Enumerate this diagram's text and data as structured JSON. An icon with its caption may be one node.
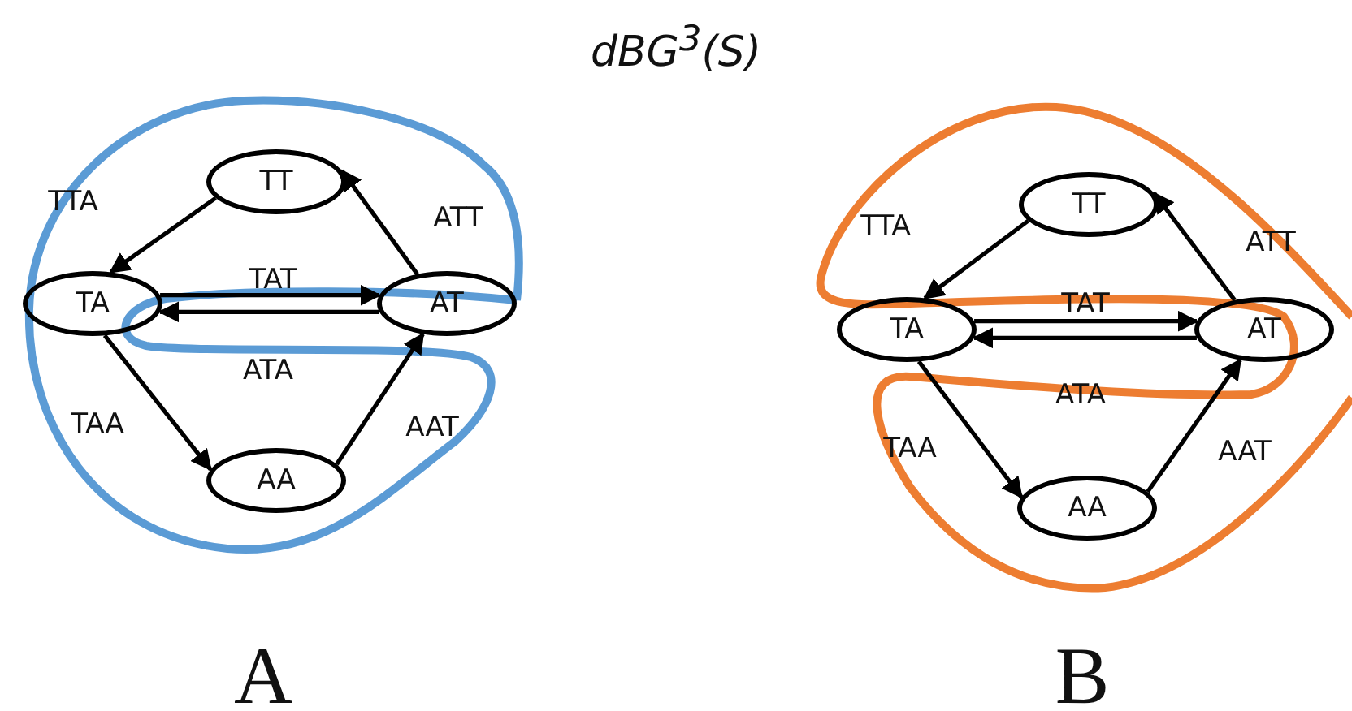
{
  "diagram": {
    "title": "dBG$^{3}$(S)",
    "nodes": [
      {
        "text": [
          "TT"
        ]
      },
      {
        "text": [
          "TA"
        ]
      },
      {
        "text": [
          "AT"
        ]
      },
      {
        "text": [
          "AA"
        ]
      },
      {
        "text": [
          "TT"
        ]
      },
      {
        "text": [
          "TA"
        ]
      },
      {
        "text": [
          "AT"
        ]
      },
      {
        "text": [
          "AA"
        ]
      }
    ],
    "edges": [
      {
        "from": 0,
        "to": 1,
        "arrow": "to",
        "label": "TTA"
      },
      {
        "from": 2,
        "to": 0,
        "arrow": "to",
        "label": "ATT"
      },
      {
        "from": 1,
        "to": 2,
        "arrow": "to",
        "label": "TAT"
      },
      {
        "from": 2,
        "to": 1,
        "arrow": "to",
        "label": "ATA"
      },
      {
        "from": 1,
        "to": 3,
        "arrow": "to",
        "label": "TAA"
      },
      {
        "from": 3,
        "to": 2,
        "arrow": "to",
        "label": "AAT"
      },
      {
        "from": 4,
        "to": 5,
        "arrow": "to",
        "label": "TTA"
      },
      {
        "from": 6,
        "to": 4,
        "arrow": "to",
        "label": "ATT"
      },
      {
        "from": 5,
        "to": 6,
        "arrow": "to",
        "label": "TAT"
      },
      {
        "from": 6,
        "to": 5,
        "arrow": "to",
        "label": "ATA"
      },
      {
        "from": 5,
        "to": 7,
        "arrow": "to",
        "label": "TAA"
      },
      {
        "from": 7,
        "to": 6,
        "arrow": "to",
        "label": "AAT"
      }
    ],
    "labels": [
      "A",
      "B"
    ]
  }
}
